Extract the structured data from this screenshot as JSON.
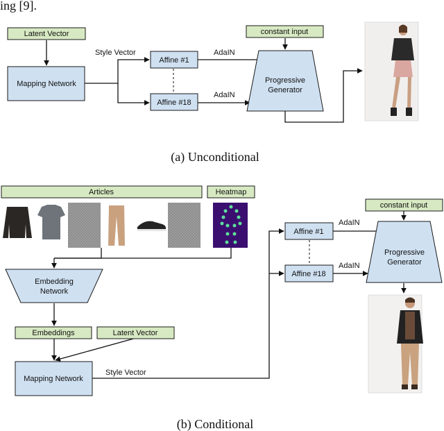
{
  "top_fragment": "ing [9].",
  "unconditional": {
    "latent_vector": "Latent Vector",
    "mapping_network": "Mapping Network",
    "style_vector": "Style Vector",
    "affine_1": "Affine #1",
    "affine_18": "Affine #18",
    "adain_1": "AdaIN",
    "adain_2": "AdaIN",
    "constant_input": "constant input",
    "generator_line1": "Progressive",
    "generator_line2": "Generator",
    "caption": "(a) Unconditional"
  },
  "conditional": {
    "articles": "Articles",
    "heatmap": "Heatmap",
    "embedding_line1": "Embedding",
    "embedding_line2": "Network",
    "embeddings": "Embeddings",
    "latent_vector": "Latent Vector",
    "mapping_network": "Mapping Network",
    "style_vector": "Style Vector",
    "affine_1": "Affine #1",
    "affine_18": "Affine #18",
    "adain_1": "AdaIN",
    "adain_2": "AdaIN",
    "constant_input": "constant input",
    "generator_line1": "Progressive",
    "generator_line2": "Generator",
    "caption": "(b) Conditional"
  }
}
